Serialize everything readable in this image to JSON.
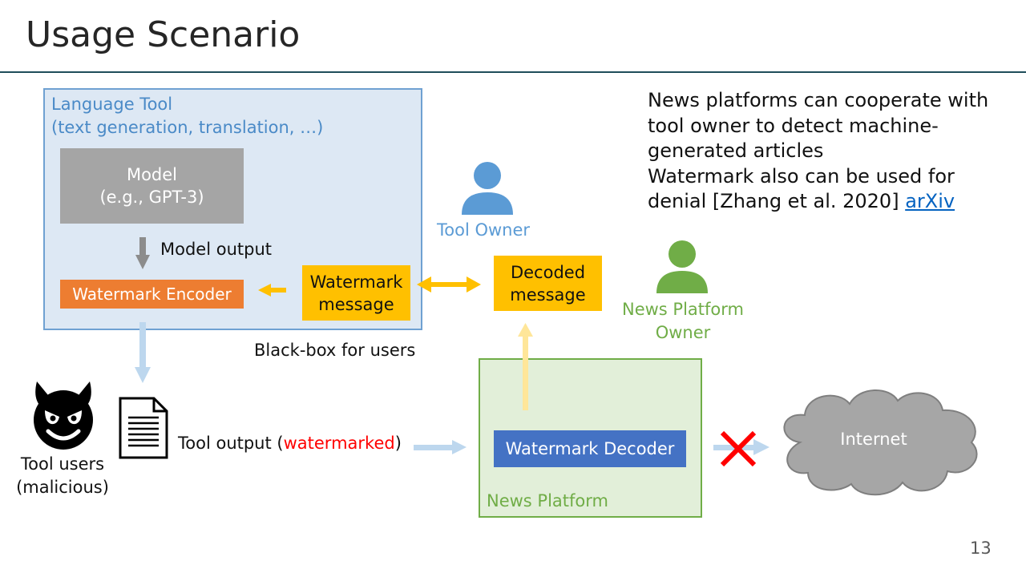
{
  "title": "Usage Scenario",
  "language_tool": {
    "title": "Language Tool",
    "subtitle": "(text generation, translation, …)",
    "model_line1": "Model",
    "model_line2": "(e.g., GPT-3)",
    "model_output": "Model output",
    "encoder": "Watermark Encoder"
  },
  "watermark_message": {
    "line1": "Watermark",
    "line2": "message"
  },
  "decoded_message": {
    "line1": "Decoded",
    "line2": "message"
  },
  "black_box": "Black-box for users",
  "tool_owner": "Tool Owner",
  "news_platform_owner": {
    "line1": "News Platform",
    "line2": "Owner"
  },
  "news_platform": {
    "label": "News Platform",
    "decoder": "Watermark Decoder"
  },
  "tool_output": {
    "prefix": "Tool output (",
    "highlight": "watermarked",
    "suffix": ")"
  },
  "tool_users": {
    "line1": "Tool users",
    "line2": "(malicious)"
  },
  "internet": "Internet",
  "notes": {
    "line1": "News platforms can cooperate with",
    "line2": "tool owner to detect machine-",
    "line3": "generated articles",
    "line4": "Watermark also can be used for",
    "line5_prefix": "denial [Zhang et al. 2020] ",
    "link": "arXiv"
  },
  "page_number": "13",
  "colors": {
    "tool_box_fill": "#dde8f4",
    "tool_box_border": "#6fa1d2",
    "model_fill": "#a5a5a5",
    "encoder_fill": "#ed7d31",
    "message_fill": "#ffc000",
    "news_box_fill": "#e2efd9",
    "news_box_border": "#70ad47",
    "decoder_fill": "#4472c4",
    "cloud_fill": "#a6a6a6",
    "cross": "#ff0000"
  },
  "icons": [
    "person-icon",
    "devil-face-icon",
    "document-icon",
    "cloud-icon",
    "cross-icon"
  ]
}
